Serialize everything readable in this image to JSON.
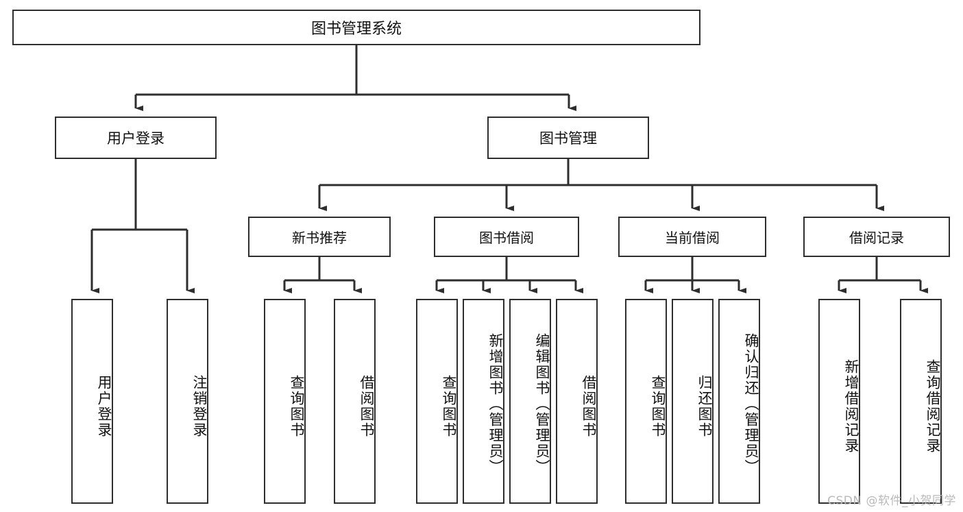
{
  "diagram": {
    "type": "tree",
    "title": "图书管理系统",
    "colors": {
      "background": "#ffffff",
      "border": "#2e2e2e",
      "text": "#111111",
      "edge": "#2e2e2e",
      "watermark": "#b9b9b9"
    },
    "root": {
      "label": "图书管理系统"
    },
    "level2": [
      {
        "label": "用户登录"
      },
      {
        "label": "图书管理"
      }
    ],
    "level3": [
      {
        "label": "新书推荐"
      },
      {
        "label": "图书借阅"
      },
      {
        "label": "当前借阅"
      },
      {
        "label": "借阅记录"
      }
    ],
    "leaves": {
      "user_login": [
        {
          "label": "用户登录"
        },
        {
          "label": "注销登录"
        }
      ],
      "new_book_recommend": [
        {
          "label": "查询图书"
        },
        {
          "label": "借阅图书"
        }
      ],
      "book_borrow": [
        {
          "label": "查询图书"
        },
        {
          "label": "新增图书（管理员）"
        },
        {
          "label": "编辑图书（管理员）"
        },
        {
          "label": "借阅图书"
        }
      ],
      "current_borrow": [
        {
          "label": "查询图书"
        },
        {
          "label": "归还图书"
        },
        {
          "label": "确认归还（管理员）"
        }
      ],
      "borrow_record": [
        {
          "label": "新增借阅记录"
        },
        {
          "label": "查询借阅记录"
        }
      ]
    },
    "watermark": "CSDN @软件_小贺同学"
  }
}
